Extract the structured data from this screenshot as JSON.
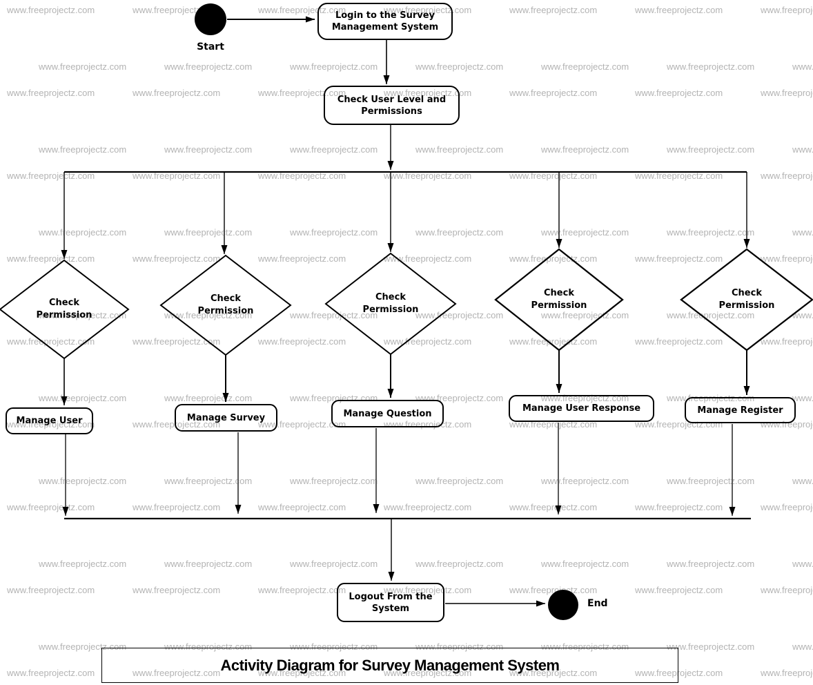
{
  "watermark": {
    "text": "www.freeprojectz.com",
    "color": "#b3b3b3"
  },
  "diagram": {
    "title": "Activity Diagram for Survey Management System",
    "start_label": "Start",
    "end_label": "End",
    "activities": {
      "login": "Login to the Survey Management System",
      "check_user_level": "Check User Level and Permissions",
      "logout": "Logout From the System"
    },
    "decisions": [
      "Check Permission",
      "Check Permission",
      "Check Permission",
      "Check Permission",
      "Check Permission"
    ],
    "actions": [
      "Manage User",
      "Manage Survey",
      "Manage Question",
      "Manage User Response",
      "Manage Register"
    ]
  }
}
